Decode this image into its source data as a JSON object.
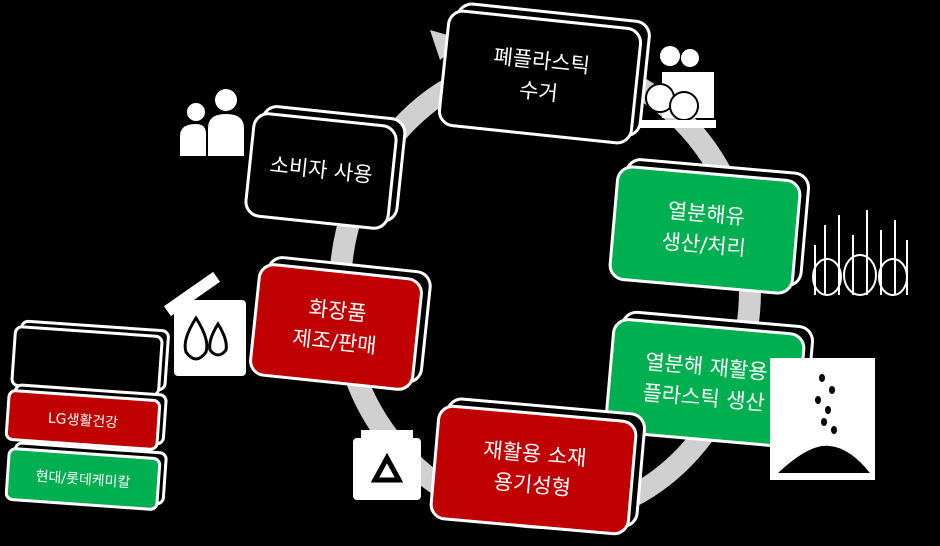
{
  "steps": [
    {
      "label": "폐플라스틱\n수거",
      "color": "#000000"
    },
    {
      "label": "열분해유\n생산/처리",
      "color": "#00b050"
    },
    {
      "label": "열분해 재활용\n플라스틱 생산",
      "color": "#00b050"
    },
    {
      "label": "재활용 소재\n용기성형",
      "color": "#c00000"
    },
    {
      "label": "화장품\n제조/판매",
      "color": "#c00000"
    },
    {
      "label": "소비자 사용",
      "color": "#000000"
    }
  ],
  "legend": [
    {
      "label": "LG생활건강",
      "color": "#c00000"
    },
    {
      "label": "현대/롯데케미칼",
      "color": "#00b050"
    }
  ]
}
